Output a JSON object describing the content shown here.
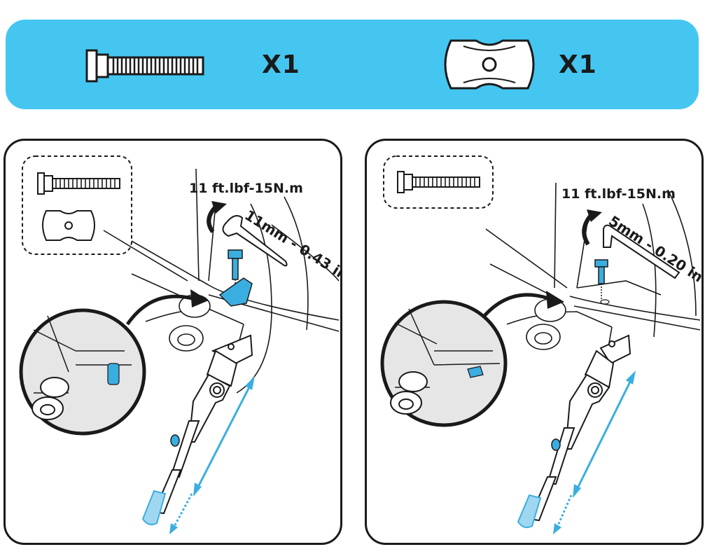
{
  "header": {
    "bolt_qty": "X1",
    "plate_qty": "X1"
  },
  "panel_left": {
    "torque": "11 ft.lbf-15N.m",
    "tool": "11mm - 0.43 in"
  },
  "panel_right": {
    "torque": "11 ft.lbf-15N.m",
    "tool": "5mm - 0.20 in"
  },
  "colors": {
    "header_bg": "#45c6f1",
    "part_blue": "#3aaee0",
    "outline": "#1a1a1a",
    "zoom_bg": "#e6e6e6"
  }
}
